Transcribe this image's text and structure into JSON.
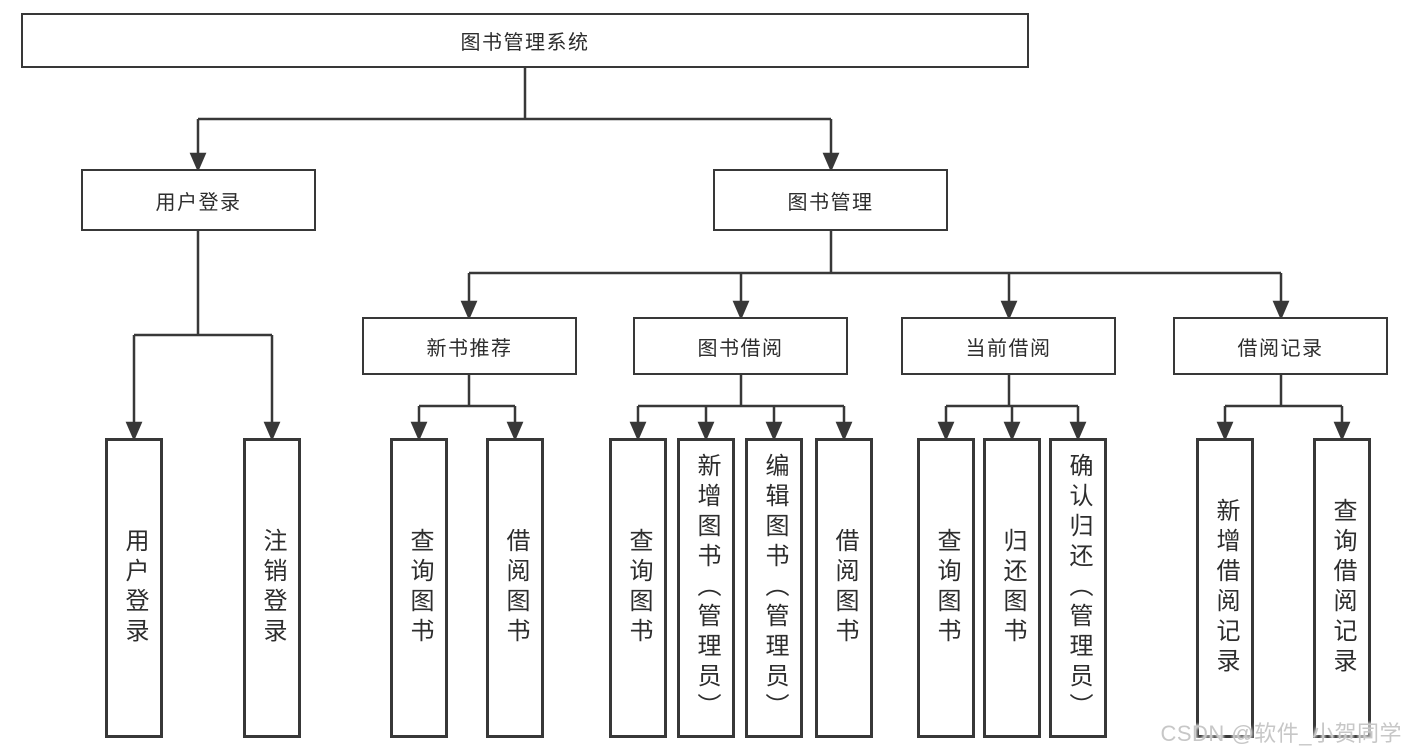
{
  "diagram": {
    "title": "图书管理系统",
    "level2": [
      {
        "label": "用户登录"
      },
      {
        "label": "图书管理"
      }
    ],
    "level3": [
      {
        "label": "新书推荐"
      },
      {
        "label": "图书借阅"
      },
      {
        "label": "当前借阅"
      },
      {
        "label": "借阅记录"
      }
    ],
    "leaves": {
      "user_login": [
        "用户登录",
        "注销登录"
      ],
      "new_books": [
        "查询图书",
        "借阅图书"
      ],
      "book_borrow": [
        "查询图书",
        "新增图书（管理员）",
        "编辑图书（管理员）",
        "借阅图书"
      ],
      "current_borrow": [
        "查询图书",
        "归还图书",
        "确认归还（管理员）"
      ],
      "borrow_records": [
        "新增借阅记录",
        "查询借阅记录"
      ]
    },
    "watermark": "CSDN @软件_小贺同学",
    "colors": {
      "line": "#383838",
      "box_border": "#383838",
      "box_background": "#ffffff",
      "text": "#2d2d2d",
      "watermark": "#c7c7c7",
      "page_background": "#ffffff"
    }
  }
}
